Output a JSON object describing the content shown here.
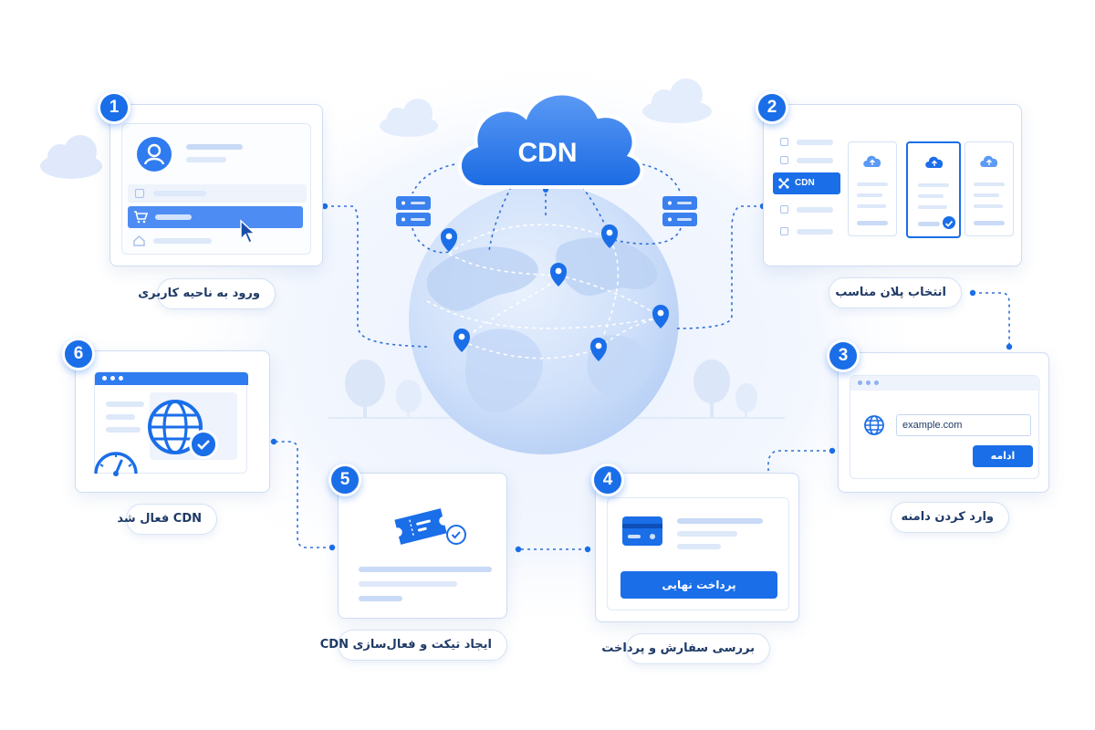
{
  "colors": {
    "accent": "#1a6ee8",
    "accent_light": "#c9daf6",
    "border": "#cfdcf2",
    "text": "#1e3a66"
  },
  "center": {
    "cloud_label": "CDN"
  },
  "steps": [
    {
      "number": "1",
      "label": "ورود به ناحیه کاربری"
    },
    {
      "number": "2",
      "label": "انتخاب پلان مناسب"
    },
    {
      "number": "3",
      "label": "وارد کردن دامنه"
    },
    {
      "number": "4",
      "label": "بررسی سفارش و پرداخت"
    },
    {
      "number": "5",
      "label": "ایجاد تیکت و فعال‌سازی CDN"
    },
    {
      "number": "6",
      "label": "CDN فعال شد"
    }
  ],
  "step2_panel": {
    "sidebar_active_label": "CDN"
  },
  "step3_panel": {
    "domain_value": "example.com",
    "continue_label": "ادامه"
  },
  "step4_panel": {
    "pay_label": "پرداخت نهایی"
  },
  "icons": {
    "step1_panel": [
      "user-avatar-icon",
      "box-icon",
      "cart-icon",
      "home-icon",
      "mouse-cursor-icon"
    ],
    "step2_panel": [
      "folder-icon",
      "cdn-network-icon",
      "cloud-upload-icon",
      "check-icon"
    ],
    "step3_panel": [
      "globe-icon"
    ],
    "step4_panel": [
      "credit-card-icon"
    ],
    "step5_panel": [
      "ticket-icon",
      "check-icon"
    ],
    "step6_panel": [
      "globe-icon",
      "check-icon",
      "speedometer-icon"
    ],
    "center": [
      "cdn-cloud-icon",
      "server-icon",
      "location-pin-icon",
      "earth-globe-icon",
      "tree-icon"
    ]
  }
}
